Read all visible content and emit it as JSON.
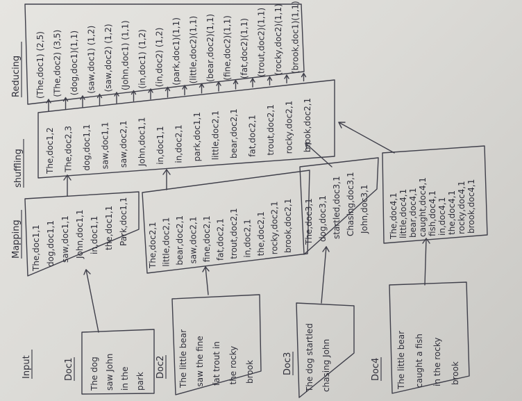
{
  "headers": {
    "input": "Input",
    "mapping": "Mapping",
    "shuffling": "shuffling",
    "reducing": "Reducing"
  },
  "docs": [
    {
      "id": "doc1",
      "label": "Doc1",
      "lines": [
        "The dog",
        "saw John",
        "in the",
        "park"
      ]
    },
    {
      "id": "doc2",
      "label": "Doc2",
      "lines": [
        "The little bear",
        "saw the fine",
        "fat trout in",
        "the rocky",
        "brook"
      ]
    },
    {
      "id": "doc3",
      "label": "Doc3",
      "lines": [
        "The dog startled",
        "chasing John"
      ]
    },
    {
      "id": "doc4",
      "label": "Doc4",
      "lines": [
        "The little bear",
        "caught a fish",
        "in the rocky",
        "brook"
      ]
    }
  ],
  "mapping": [
    {
      "id": "map1",
      "lines": [
        "The,doc1,1",
        "dog,doc1,1",
        "saw,doc1,1",
        "John,doc1,1",
        "in,doc1,1",
        "the,doc1,1",
        "Park,doc1,1"
      ]
    },
    {
      "id": "map2",
      "lines": [
        "The,doc2,1",
        "little,doc2,1",
        "bear,doc2,1",
        "saw,doc2,1",
        "fine,doc2,1",
        "fat,doc2,1",
        "trout,doc2,1",
        "in,doc2,1",
        "the,doc2,1",
        "rocky,doc2,1",
        "brook,doc2,1"
      ]
    },
    {
      "id": "map3",
      "lines": [
        "The,doc3,1",
        "dog,doc3,1",
        "startled,doc3,1",
        "Chasing,doc3,1",
        "John,doc3,1"
      ]
    },
    {
      "id": "map4",
      "lines": [
        "The,doc4,1",
        "little,doc4,1",
        "bear,doc4,1",
        "caught,doc4,1",
        "fish,doc4,1",
        "in,doc4,1",
        "the,doc4,1",
        "rocky,doc4,1",
        "brook,doc4,1"
      ]
    }
  ],
  "shuffling": [
    "The,doc1,2",
    "The,doc2,3",
    "dog,doc1,1",
    "saw,doc1,1",
    "saw,doc2,1",
    "John,doc1,1",
    "in,doc1,1",
    "in,doc2,1",
    "park,doc1,1",
    "little,doc2,1",
    "bear,doc2,1",
    "fat,doc2,1",
    "trout,doc2,1",
    "rocky,doc2,1",
    "brook,doc2,1"
  ],
  "reducing": [
    "(The,doc1) (2,5)",
    "(The,doc2) (3,5)",
    "(dog,doc1)(1,1)",
    "(saw,doc1) (1,2)",
    "(saw,doc2) (1,2)",
    "(John,doc1) (1,1)",
    "(in,doc1) (1,2)",
    "(in,doc2) (1,2)",
    "(park,doc1)(1,1)",
    "(little,doc2)(1,1)",
    "(bear,doc2)(1,1)",
    "(fine,doc2)(1,1)",
    "(fat,doc2)(1,1)",
    "(trout,doc2)(1,1)",
    "(rocky,doc2)(1,1)",
    "(brook,doc1)(1,1)"
  ]
}
